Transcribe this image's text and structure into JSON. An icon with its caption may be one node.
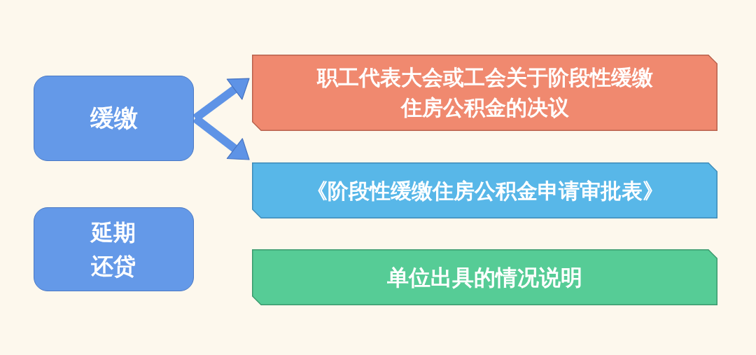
{
  "diagram": {
    "nodes": [
      {
        "text": [
          "缓缴"
        ]
      },
      {
        "text": [
          "延期还贷"
        ]
      },
      {
        "text": [
          "职工代表大会或工会关于阶段性缓缴住房公积金的决议"
        ]
      },
      {
        "text": [
          "《阶段性缓缴住房公积金申请审批表》"
        ]
      },
      {
        "text": [
          "单位出具的情况说明"
        ]
      }
    ],
    "edges": [
      {
        "from": 0,
        "to": 2,
        "arrow": "to"
      },
      {
        "from": 0,
        "to": 3,
        "arrow": "to"
      }
    ]
  }
}
